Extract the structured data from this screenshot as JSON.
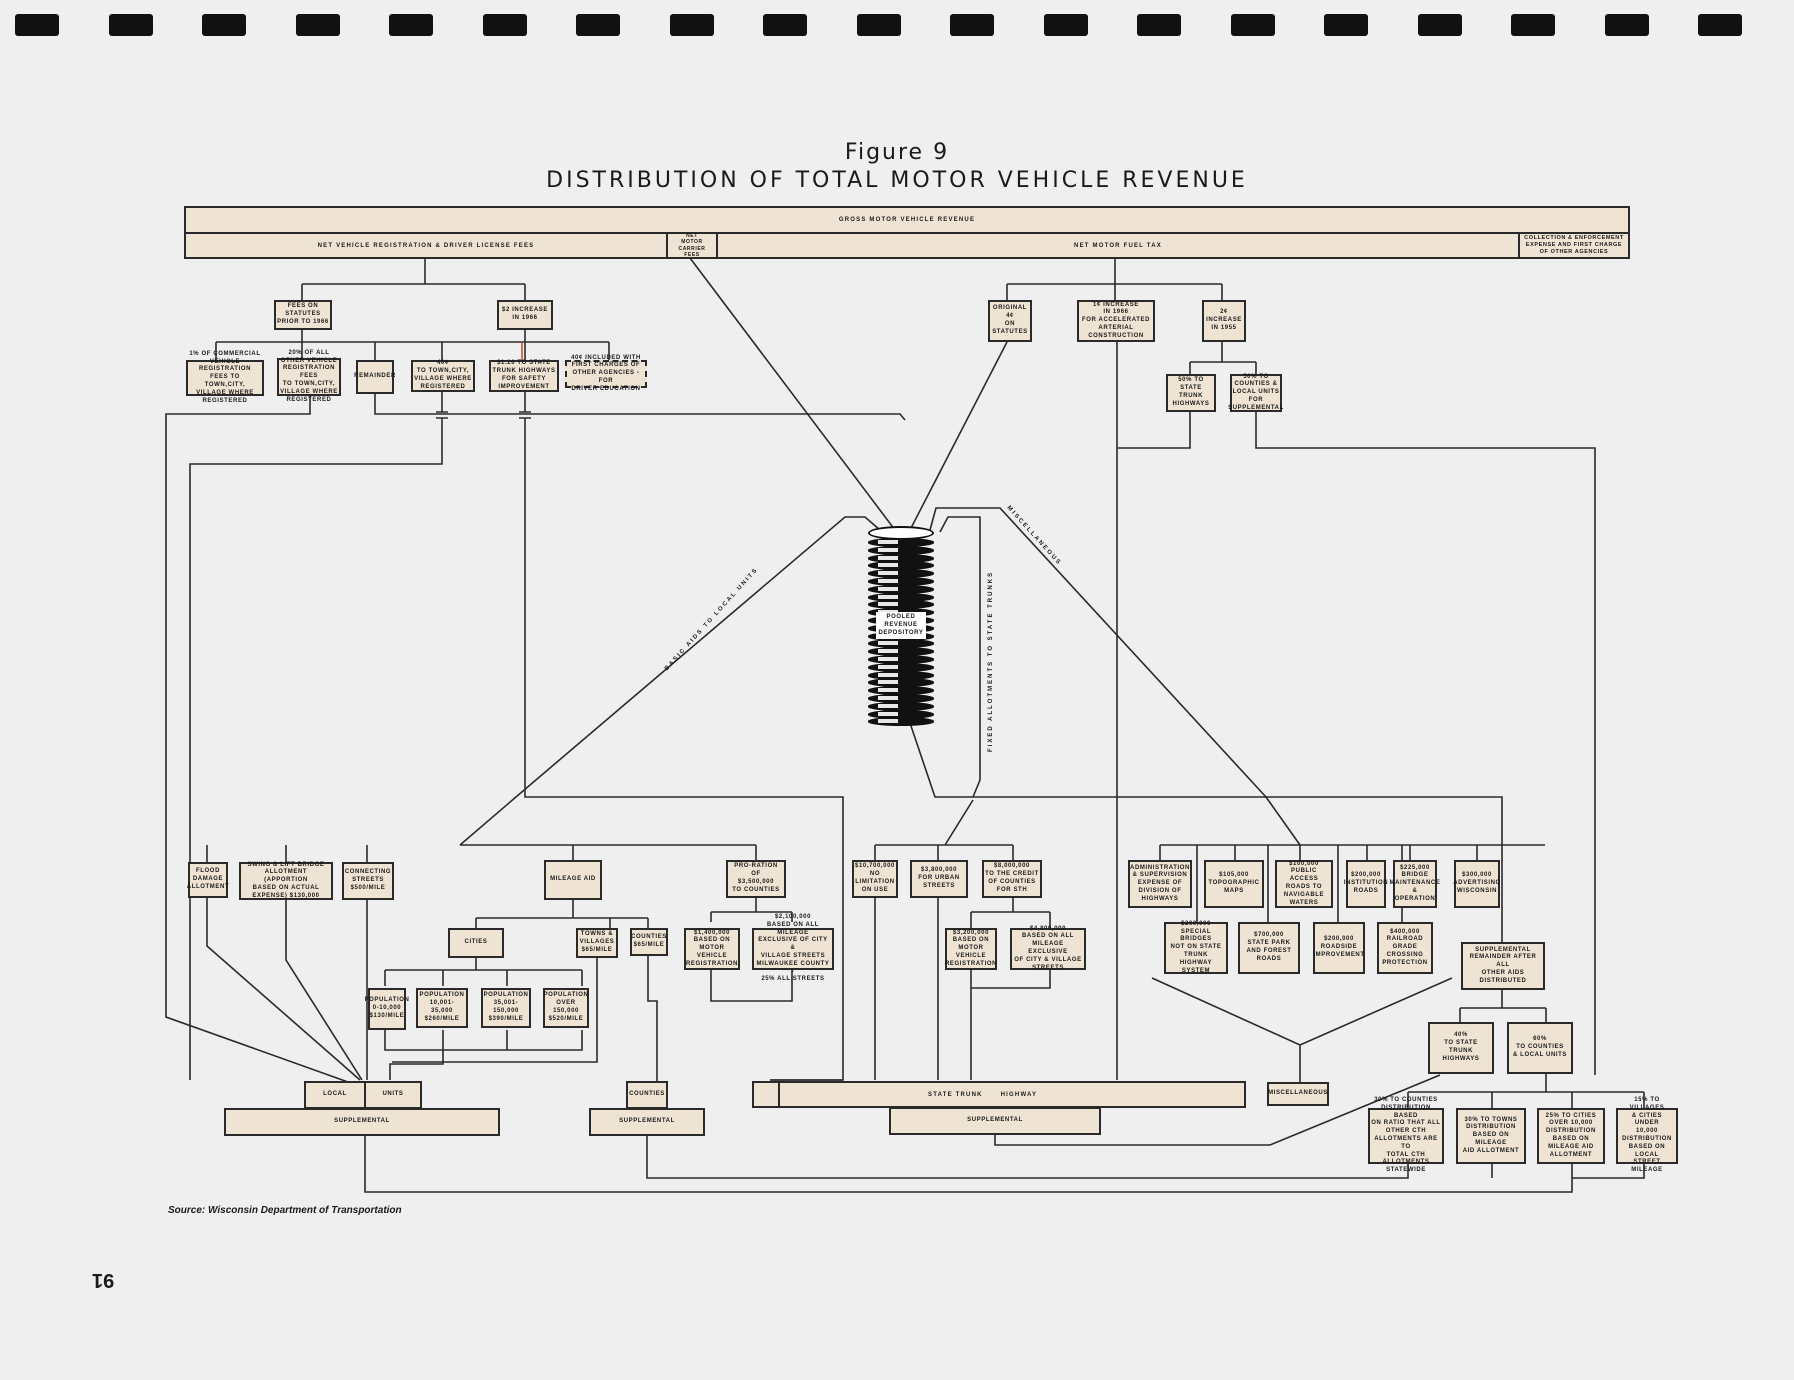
{
  "page": {
    "figure_label": "Figure 9",
    "title": "DISTRIBUTION OF TOTAL MOTOR VEHICLE REVENUE",
    "source": "Source: Wisconsin Department of Transportation",
    "page_number": "91"
  },
  "colors": {
    "box_fill": "#efe4d3",
    "line": "#2a2a2a",
    "background": "#efefef",
    "accent_red": "#d0502a"
  },
  "header": {
    "gross": "GROSS MOTOR VEHICLE REVENUE",
    "registration": "NET VEHICLE REGISTRATION & DRIVER LICENSE FEES",
    "carrier": "NET\nMOTOR\nCARRIER\nFEES",
    "fuel": "NET MOTOR FUEL TAX",
    "collection": "COLLECTION & ENFORCEMENT\nEXPENSE AND FIRST CHARGE\nOF OTHER AGENCIES"
  },
  "registration_branch": {
    "fees_prior": "FEES ON\nSTATUTES\nPRIOR TO 1966",
    "increase_1966": "$2 INCREASE\nIN 1966",
    "commercial": "1% OF COMMERCIAL\nVEHICLE REGISTRATION\nFEES TO TOWN,CITY,\nVILLAGE WHERE\nREGISTERED",
    "other_vehicle": "20% OF ALL\nOTHER VEHICLE\nREGISTRATION FEES\nTO TOWN,CITY,\nVILLAGE WHERE\nREGISTERED",
    "remainder": "REMAINDER",
    "forty_cents": "40¢\nTO TOWN,CITY,\nVILLAGE WHERE\nREGISTERED",
    "safety": "$1.20 TO STATE\nTRUNK HIGHWAYS\nFOR SAFETY\nIMPROVEMENT",
    "driver_ed": "40¢ INCLUDED WITH\nFIRST CHARGES OF\nOTHER AGENCIES - FOR\nDRIVER EDUCATION"
  },
  "fuel_branch": {
    "original": "ORIGINAL 4¢\nON\nSTATUTES",
    "increase_1966": "1¢ INCREASE\nIN 1966\nFOR ACCELERATED\nARTERIAL\nCONSTRUCTION",
    "increase_1955": "2¢ INCREASE\nIN 1955",
    "half_sth": "50% TO\nSTATE TRUNK\nHIGHWAYS",
    "half_local": "50% TO\nCOUNTIES &\nLOCAL UNITS\nFOR\nSUPPLEMENTAL"
  },
  "depository": {
    "label": "POOLED\nREVENUE\nDEPOSITORY"
  },
  "flow_labels": {
    "basic_aids": "BASIC AIDS TO LOCAL UNITS",
    "fixed_allotments": "FIXED ALLOTMENTS TO STATE TRUNKS",
    "miscellaneous": "MISCELLANEOUS"
  },
  "local_aids": {
    "flood": "FLOOD\nDAMAGE\nALLOTMENT",
    "swing_bridge": "SWING & LIFT BRIDGE\nALLOTMENT (APPORTION\nBASED ON ACTUAL\nEXPENSE) $130,000",
    "connecting": "CONNECTING\nSTREETS\n$500/MILE",
    "mileage_aid": "MILEAGE AID",
    "proration": "PRO-RATION OF\n$3,500,000\nTO COUNTIES",
    "cities": "CITIES",
    "towns_villages": "TOWNS &\nVILLAGES\n$65/MILE",
    "counties_mile": "COUNTIES\n$65/MILE",
    "pro_1400": "$1,400,000\nBASED ON\nMOTOR VEHICLE\nREGISTRATION",
    "pro_2100": "$2,100,000\nBASED ON ALL MILEAGE\nEXCLUSIVE OF CITY &\nVILLAGE STREETS\nMILWAUKEE COUNTY -\n25% ALL STREETS",
    "pop1": "POPULATION\n0-10,000\n$130/MILE",
    "pop2": "POPULATION\n10,001-35,000\n$260/MILE",
    "pop3": "POPULATION\n35,001-150,000\n$390/MILE",
    "pop4": "POPULATION\nOVER 150,000\n$520/MILE"
  },
  "state_trunk_aids": {
    "no_limit": "$10,700,000\nNO\nLIMITATION\nON USE",
    "urban": "$3,800,000\nFOR URBAN\nSTREETS",
    "credit_counties": "$8,000,000\nTO THE CREDIT\nOF COUNTIES\nFOR STH",
    "mv_reg": "$3,200,000\nBASED ON\nMOTOR VEHICLE\nREGISTRATION",
    "all_mileage": "$4,800,000\nBASED ON ALL\nMILEAGE EXCLUSIVE\nOF CITY & VILLAGE\nSTREETS"
  },
  "misc_aids": {
    "admin": "ADMINISTRATION\n& SUPERVISION\nEXPENSE OF\nDIVISION OF\nHIGHWAYS",
    "topo": "$105,000\nTOPOGRAPHIC\nMAPS",
    "public_access": "$100,000\nPUBLIC ACCESS\nROADS TO\nNAVIGABLE\nWATERS",
    "institution": "$200,000\nINSTITUTION\nROADS",
    "bridge_maint": "$225,000\nBRIDGE\nMAINTENANCE\n&\nOPERATION",
    "advertising": "$300,000\nADVERTISING\nWISCONSIN",
    "special_bridges": "$200,000\nSPECIAL BRIDGES\nNOT ON STATE\nTRUNK HIGHWAY\nSYSTEM",
    "state_park": "$700,000\nSTATE PARK\nAND FOREST\nROADS",
    "roadside": "$200,000\nROADSIDE\nIMPROVEMENT",
    "railroad": "$400,000\nRAILROAD\nGRADE CROSSING\nPROTECTION",
    "miscellaneous": "MISCELLANEOUS"
  },
  "supplemental": {
    "remainder": "SUPPLEMENTAL\nREMAINDER AFTER ALL\nOTHER AIDS DISTRIBUTED",
    "forty_sth": "40%\nTO STATE\nTRUNK HIGHWAYS",
    "sixty_local": "60%\nTO COUNTIES\n& LOCAL UNITS",
    "thirty_counties": "30% TO COUNTIES\nDISTRIBUTION BASED\nON RATIO THAT ALL\nOTHER CTH\nALLOTMENTS ARE TO\nTOTAL CTH\nALLOTMENTS\nSTATEWIDE",
    "thirty_towns": "30% TO TOWNS\nDISTRIBUTION\nBASED ON MILEAGE\nAID ALLOTMENT",
    "twentyfive_cities": "25% TO CITIES\nOVER 10,000\nDISTRIBUTION\nBASED ON\nMILEAGE AID\nALLOTMENT",
    "fifteen_villages": "15% TO VILLAGES\n& CITIES UNDER\n10,000\nDISTRIBUTION\nBASED ON LOCAL\nSTREET MILEAGE"
  },
  "destinations": {
    "local": "LOCAL",
    "units": "UNITS",
    "local_supplemental": "SUPPLEMENTAL",
    "counties": "COUNTIES",
    "counties_supplemental": "SUPPLEMENTAL",
    "state_trunk": "STATE  TRUNK",
    "highway": "HIGHWAY",
    "sth_supplemental": "SUPPLEMENTAL"
  }
}
